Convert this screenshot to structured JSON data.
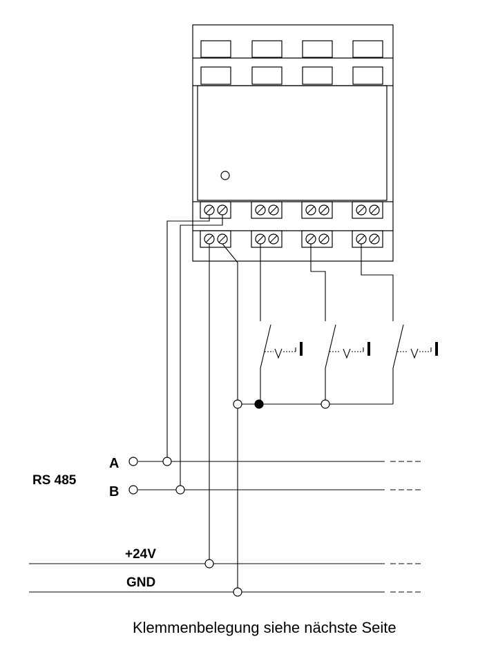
{
  "labels": {
    "line_a": "A",
    "line_b": "B",
    "bus_name": "RS 485",
    "supply_pos": "+24V",
    "supply_gnd": "GND",
    "footer_note": "Klemmenbelegung siehe nächste Seite"
  },
  "colors": {
    "line": "#000000",
    "background": "#ffffff"
  },
  "components": {
    "device": "din-rail-module",
    "terminal_blocks": 8,
    "terminals_per_block": 2,
    "switch_inputs": 3
  }
}
